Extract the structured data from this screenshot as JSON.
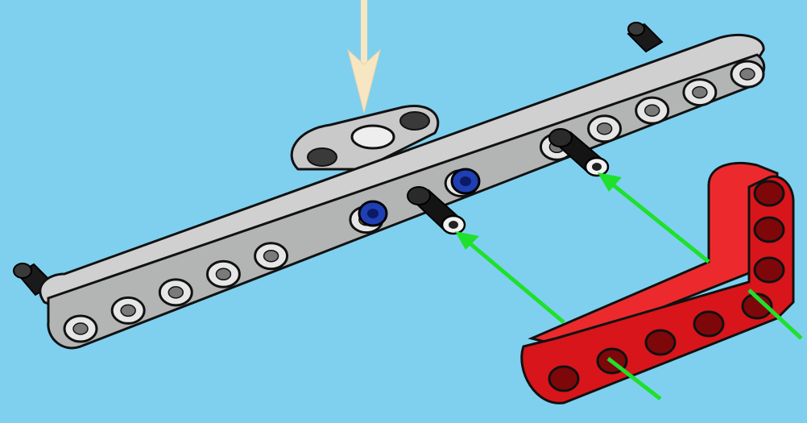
{
  "scene": {
    "background": "#7fd0ef",
    "colors": {
      "gray_beam": "#c8c9c8",
      "gray_beam_shadow": "#9ea09f",
      "red_beam": "#e3161a",
      "red_beam_shadow": "#a70c0e",
      "black_pin": "#141414",
      "blue_pin": "#1f3fb3",
      "green_arrow": "#1fe02c",
      "insert_arrow": "#f7e6c2"
    },
    "parts": [
      {
        "name": "long-gray-beam",
        "color": "gray",
        "type": "straight liftarm"
      },
      {
        "name": "short-gray-beam",
        "color": "gray",
        "type": "straight liftarm (3 holes)"
      },
      {
        "name": "red-l-beam",
        "color": "red",
        "type": "L-shaped liftarm"
      },
      {
        "name": "black-pins",
        "count": 4
      },
      {
        "name": "blue-pins",
        "count": 2
      }
    ],
    "arrows": [
      {
        "name": "insert-arrow",
        "color": "cream",
        "direction": "down"
      },
      {
        "name": "attach-arrow",
        "color": "green",
        "count": 4
      }
    ]
  }
}
